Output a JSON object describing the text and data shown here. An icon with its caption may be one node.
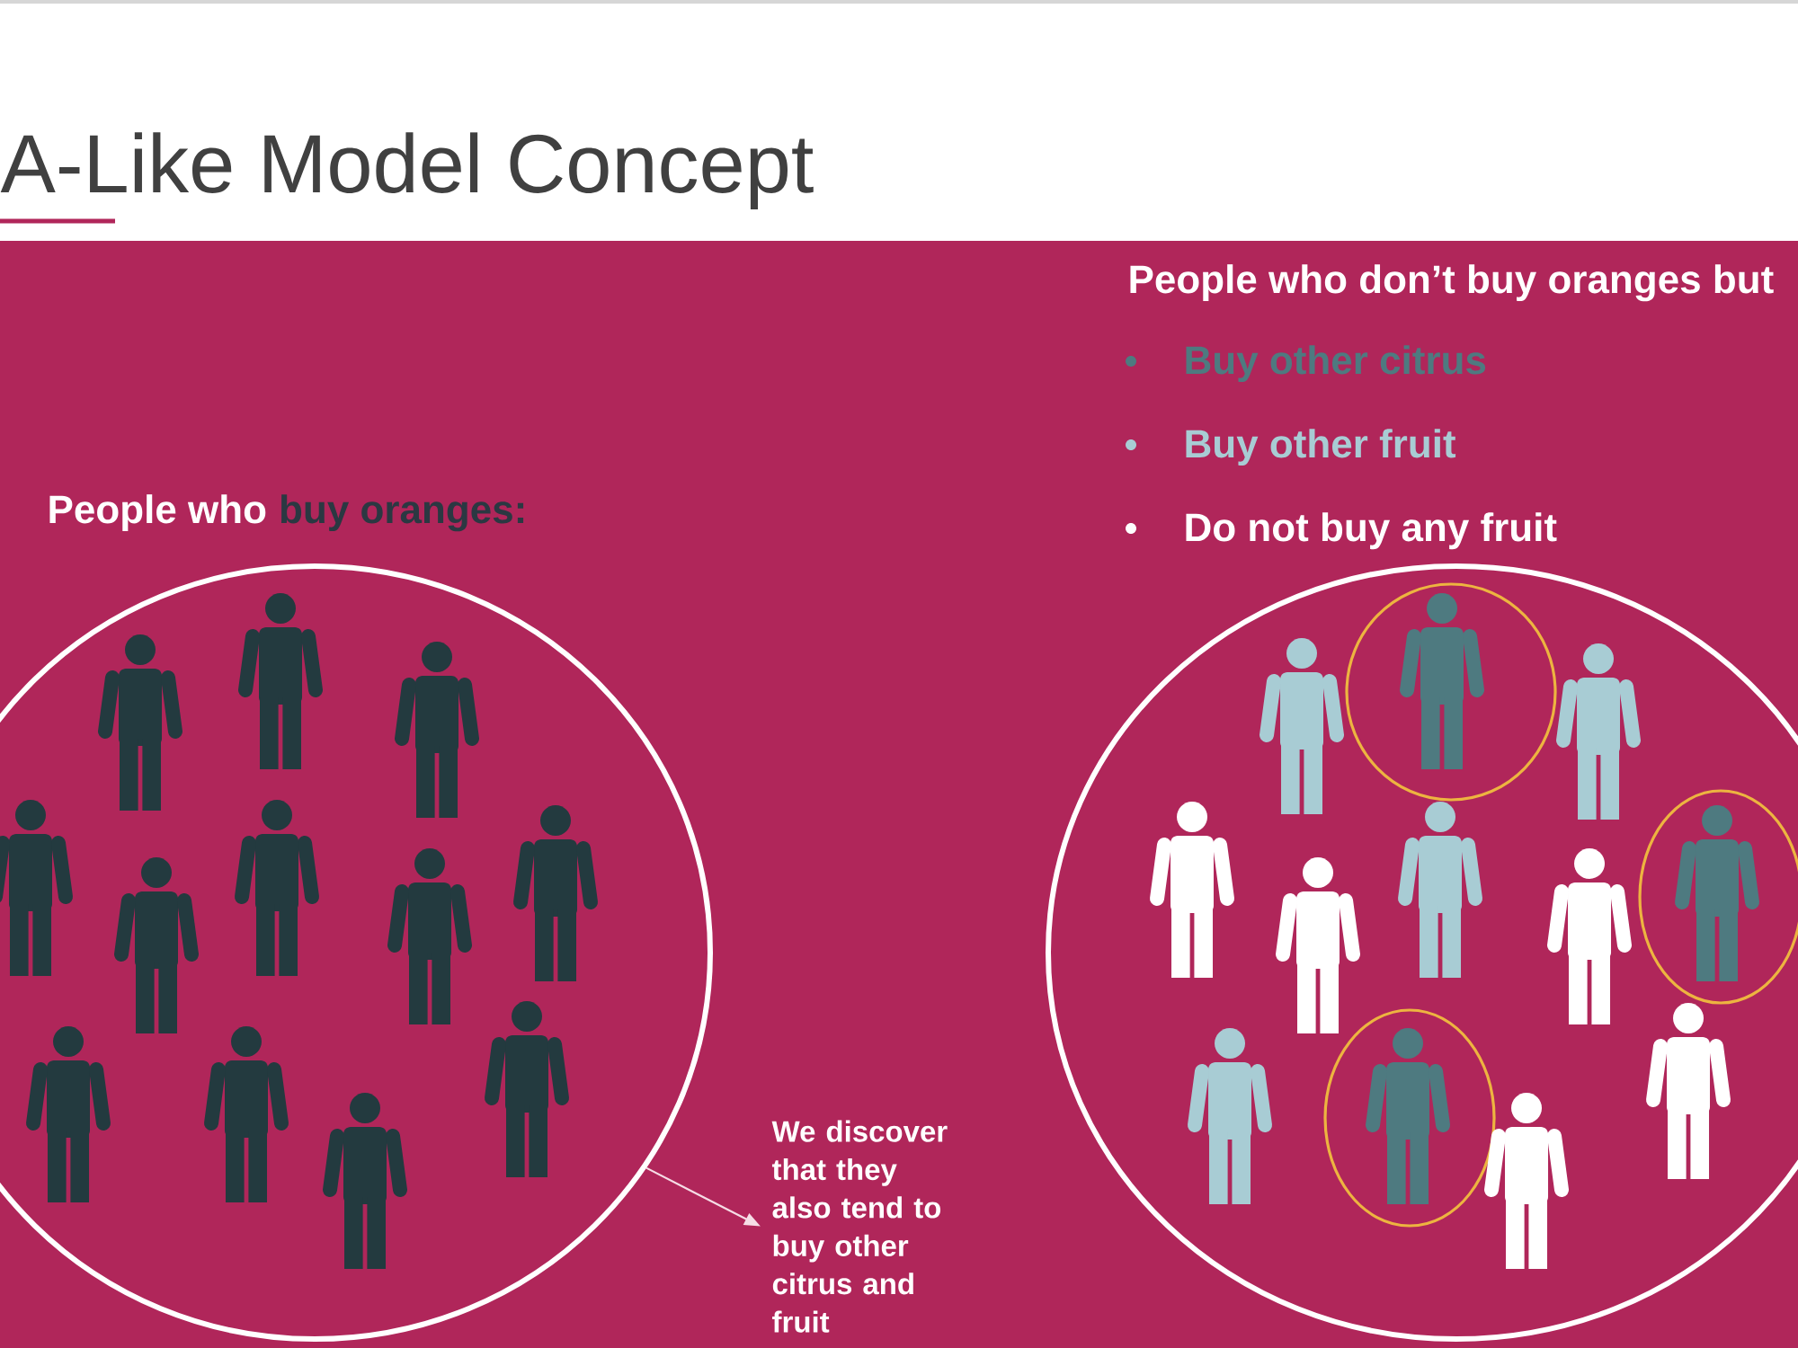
{
  "diagram": {
    "title": "A-Like Model Concept",
    "nodes": [
      {
        "text": [],
        "shape": "circle"
      },
      {
        "text": [],
        "shape": "circle"
      },
      {
        "text": [
          "We discover that they also tend to buy other citrus and fruit"
        ]
      }
    ],
    "edges": [
      {
        "from": 0,
        "to": 2,
        "arrow": "to"
      }
    ],
    "labels": [
      "People who don’t buy oranges but",
      "People who",
      "buy oranges:"
    ],
    "legend": [
      {
        "text": "Buy other citrus",
        "color": "#4e7a80"
      },
      {
        "text": "Buy other fruit",
        "color": "#a8ccd4"
      },
      {
        "text": "Do not buy any fruit",
        "color": "#ffffff"
      }
    ]
  }
}
